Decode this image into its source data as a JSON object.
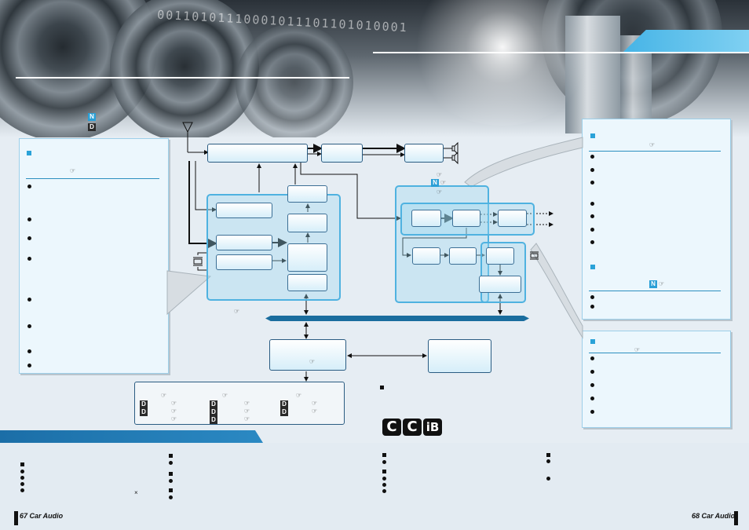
{
  "footer": {
    "left_page": "67 Car Audio",
    "right_page": "68 Car Audio"
  },
  "logo": {
    "letters": [
      "C",
      "C",
      "iB"
    ]
  },
  "badges": {
    "n": "N",
    "d": "D"
  },
  "misc": {
    "bottom_x": "×"
  },
  "colors": {
    "accent_blue": "#2aa2d8",
    "bus_blue": "#1a6d9e",
    "panel_bg": "#ecf7fd",
    "strip_blue": "#1b6ea7"
  },
  "icons": {
    "antenna": "antenna-icon",
    "speaker": "speaker-icon",
    "hand_pointer": "hand-pointer-icon",
    "crystal": "crystal-oscillator-icon"
  }
}
